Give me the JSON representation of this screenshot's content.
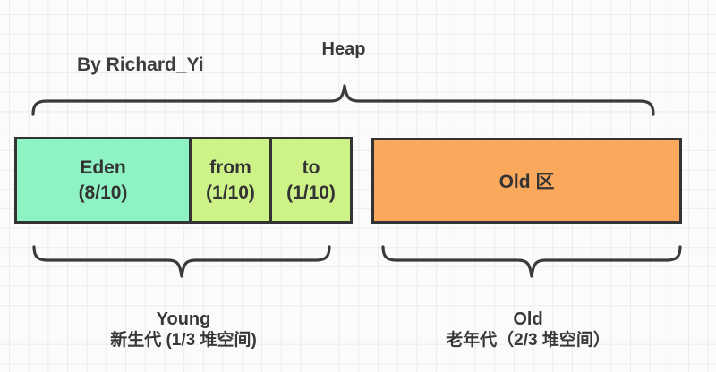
{
  "canvas": {
    "watermark": "By Richard_Yi",
    "heap_label": "Heap"
  },
  "regions": {
    "eden": {
      "name": "Eden",
      "fraction": "(8/10)",
      "color": "#8ef2c3"
    },
    "from": {
      "name": "from",
      "fraction": "(1/10)",
      "color": "#ccf288"
    },
    "to": {
      "name": "to",
      "fraction": "(1/10)",
      "color": "#ccf288"
    },
    "old": {
      "name": "Old 区",
      "color": "#f9a85c"
    }
  },
  "groups": {
    "young": {
      "title": "Young",
      "subtitle": "新生代 (1/3 堆空间)"
    },
    "old": {
      "title": "Old",
      "subtitle": "老年代（2/3 堆空间）"
    }
  },
  "colors": {
    "border": "#333333",
    "text": "#3b3b3b",
    "brace": "#3a3a3a",
    "grid_line": "#ececec",
    "background": "#fbfbfb"
  }
}
